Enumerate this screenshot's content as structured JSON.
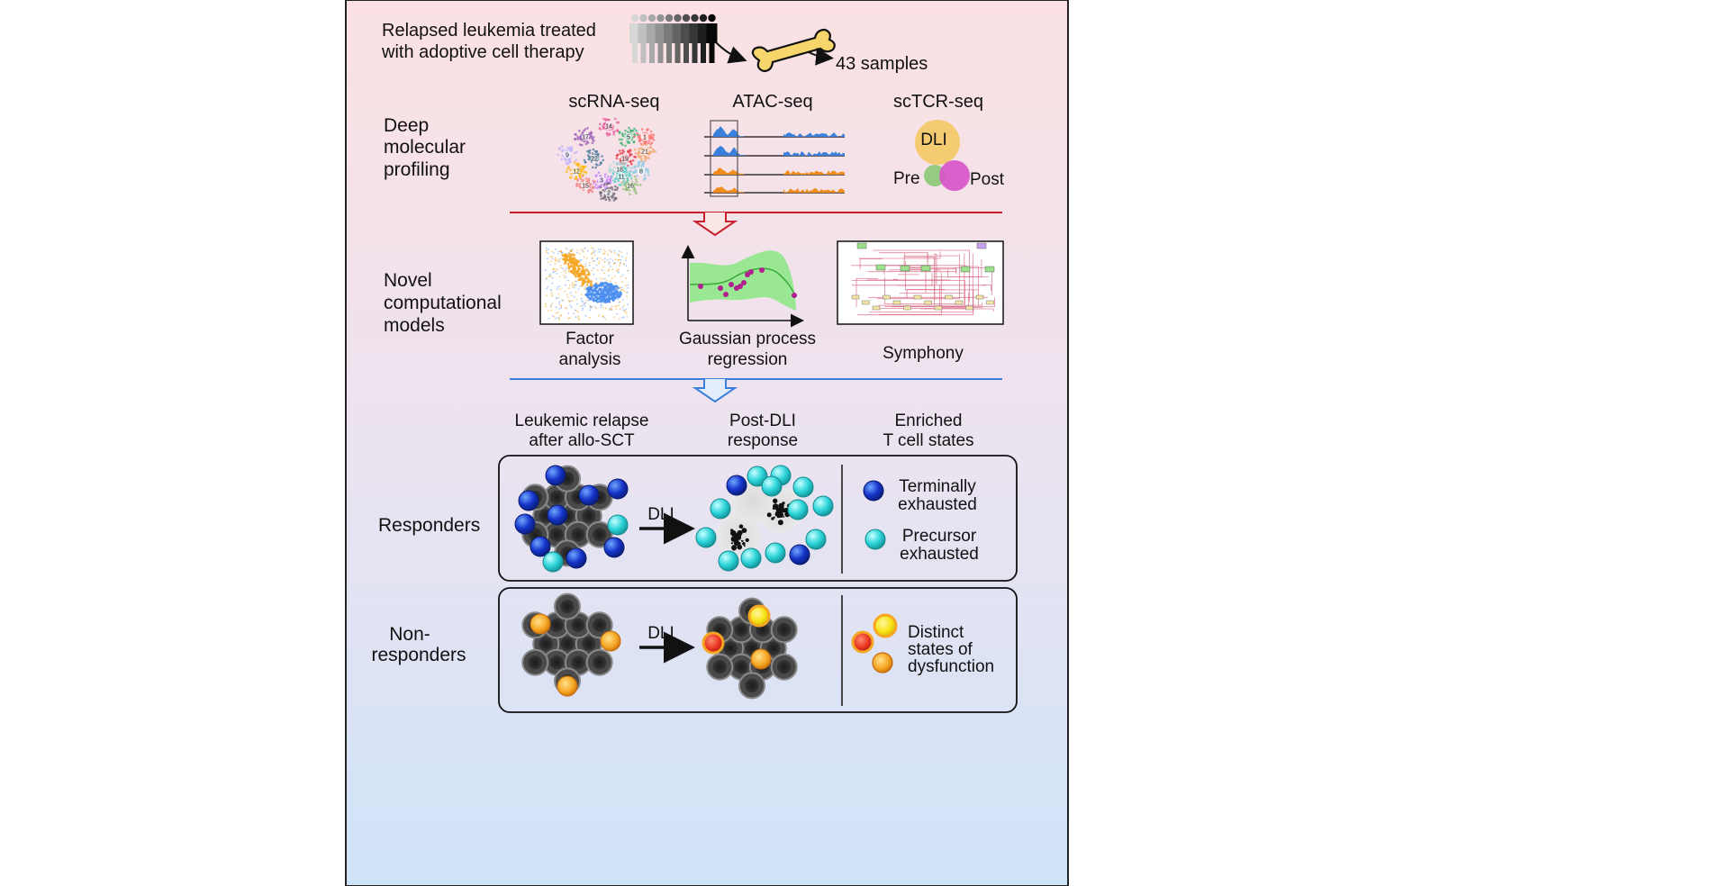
{
  "header": {
    "line1": "Relapsed leukemia treated",
    "line2": "with adoptive cell therapy",
    "samples": "43 samples"
  },
  "profiling": {
    "label_line1": "Deep",
    "label_line2": "molecular",
    "label_line3": "profiling",
    "scrna_title": "scRNA-seq",
    "atac_title": "ATAC-seq",
    "sctcr_title": "scTCR-seq",
    "venn_dli": "DLI",
    "venn_pre": "Pre",
    "venn_post": "Post",
    "cluster_numbers": [
      "14",
      "17",
      "5",
      "21",
      "19",
      "22",
      "18",
      "12",
      "8",
      "3",
      "16",
      "15",
      "2",
      "9",
      "1",
      "11"
    ]
  },
  "models": {
    "label_line1": "Novel",
    "label_line2": "computational",
    "label_line3": "models",
    "factor_line1": "Factor",
    "factor_line2": "analysis",
    "gp_line1": "Gaussian process",
    "gp_line2": "regression",
    "symphony": "Symphony"
  },
  "columns": {
    "col1_line1": "Leukemic relapse",
    "col1_line2": "after allo-SCT",
    "col2_line1": "Post-DLI",
    "col2_line2": "response",
    "col3_line1": "Enriched",
    "col3_line2": "T cell states"
  },
  "responders": {
    "label": "Responders",
    "arrow_label": "DLI",
    "legend1_line1": "Terminally",
    "legend1_line2": "exhausted",
    "legend2_line1": "Precursor",
    "legend2_line2": "exhausted"
  },
  "nonresponders": {
    "label_line1": "Non-",
    "label_line2": "responders",
    "arrow_label": "DLI",
    "legend_line1": "Distinct",
    "legend_line2": "states of",
    "legend_line3": "dysfunction"
  },
  "colors": {
    "terminal": "#1433c9",
    "precursor": "#2ad3d8",
    "orange": "#f5a623",
    "red": "#e8321f",
    "red_divider": "#c8202a",
    "blue_divider": "#3a7fd9",
    "dli_circle": "#f3c96a",
    "pre_circle": "#8fc97a",
    "post_circle": "#d752c8",
    "atac_blue": "#3a7fd9",
    "atac_orange": "#f08c1a",
    "gp_green": "#8fe88a",
    "gp_point": "#b21f8f"
  }
}
